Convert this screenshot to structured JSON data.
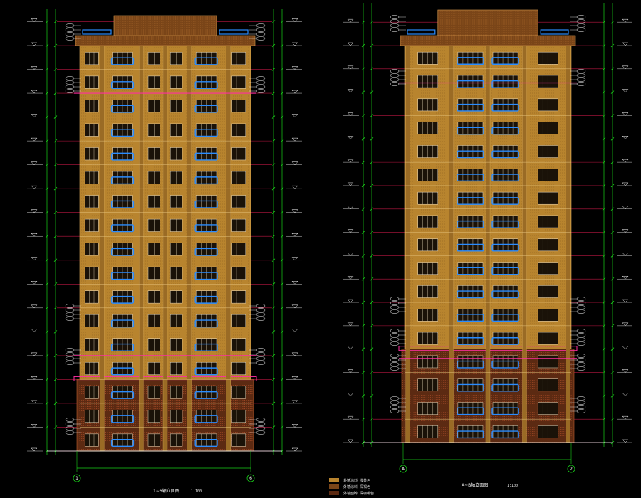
{
  "drawing": {
    "background": "#000000",
    "colors": {
      "facade": "#b8842e",
      "stone_base": "#5c2a12",
      "window_frame": "#2a8cff",
      "dimension": "#19d219",
      "level_line": "#d01a4a",
      "magenta_band": "#ff2fa0",
      "annotation": "#ffffff"
    },
    "elevations": [
      {
        "id": "left",
        "title": "1~6轴立面图",
        "scale": "1:100",
        "axis_labels": [
          "1",
          "6"
        ],
        "floors": 17
      },
      {
        "id": "right",
        "title": "A~B轴立面图",
        "scale": "1:100",
        "axis_labels": [
          "A",
          "2"
        ],
        "floors": 17
      }
    ],
    "legend": [
      {
        "label": "外墙涂料 浅黄色",
        "swatch": "#b8842e"
      },
      {
        "label": "外墙涂料 深褐色",
        "swatch": "#7a4518"
      },
      {
        "label": "外墙面砖 深咖啡色",
        "swatch": "#5c2a12"
      }
    ]
  }
}
